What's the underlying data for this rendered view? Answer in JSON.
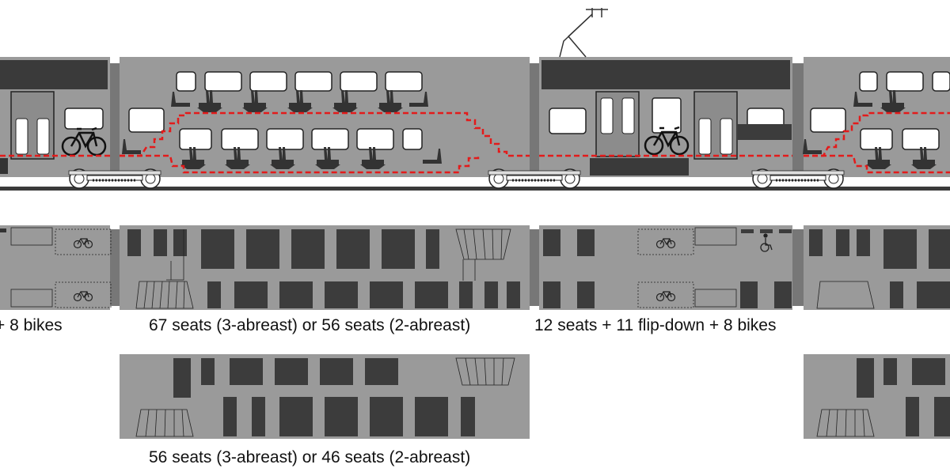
{
  "captions": {
    "left_car_partial": "+ 8 bikes",
    "middle_car_3abreast": "67 seats (3-abreast) or 56 seats (2-abreast)",
    "power_car": "12 seats + 11 flip-down + 8 bikes",
    "middle_car_variant": "56 seats (3-abreast) or 46 seats (2-abreast)"
  },
  "icons": {
    "bicycle": "bicycle-icon",
    "wheelchair": "wheelchair-icon",
    "pantograph": "pantograph-icon"
  },
  "colors": {
    "body": "#9a9a9a",
    "window_band": "#3a3a3a",
    "seat": "#3c3c3c",
    "floor_line": "#e31b1b",
    "rail": "#3a3a3a",
    "caption": "#111111"
  }
}
